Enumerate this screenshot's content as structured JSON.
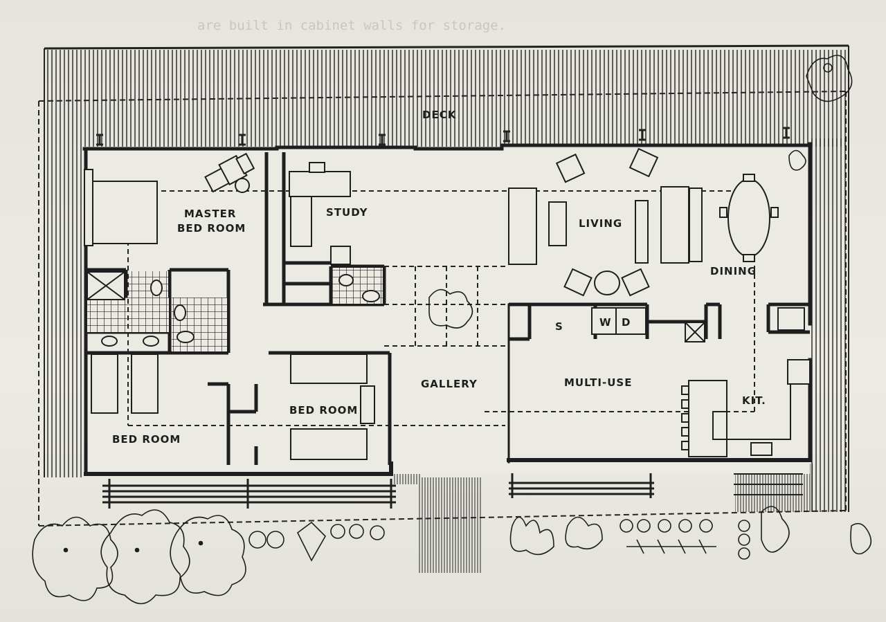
{
  "document": {
    "type": "architectural floor plan",
    "background_text_line": "are built in cabinet walls for storage."
  },
  "plan": {
    "rooms": [
      {
        "id": "deck",
        "label": "DECK"
      },
      {
        "id": "master",
        "label_line1": "MASTER",
        "label_line2": "BED ROOM"
      },
      {
        "id": "study",
        "label": "STUDY"
      },
      {
        "id": "living",
        "label": "LIVING"
      },
      {
        "id": "dining",
        "label": "DINING"
      },
      {
        "id": "storage",
        "label": "S"
      },
      {
        "id": "washer",
        "label": "W"
      },
      {
        "id": "dryer",
        "label": "D"
      },
      {
        "id": "gallery",
        "label": "GALLERY"
      },
      {
        "id": "multiuse",
        "label": "MULTI-USE"
      },
      {
        "id": "kitchen",
        "label": "KIT."
      },
      {
        "id": "bedroom2",
        "label": "BED ROOM"
      },
      {
        "id": "bedroom3",
        "label": "BED ROOM"
      }
    ]
  },
  "colors": {
    "paper": "#e9e8e0",
    "ink": "#1e1e1e"
  }
}
